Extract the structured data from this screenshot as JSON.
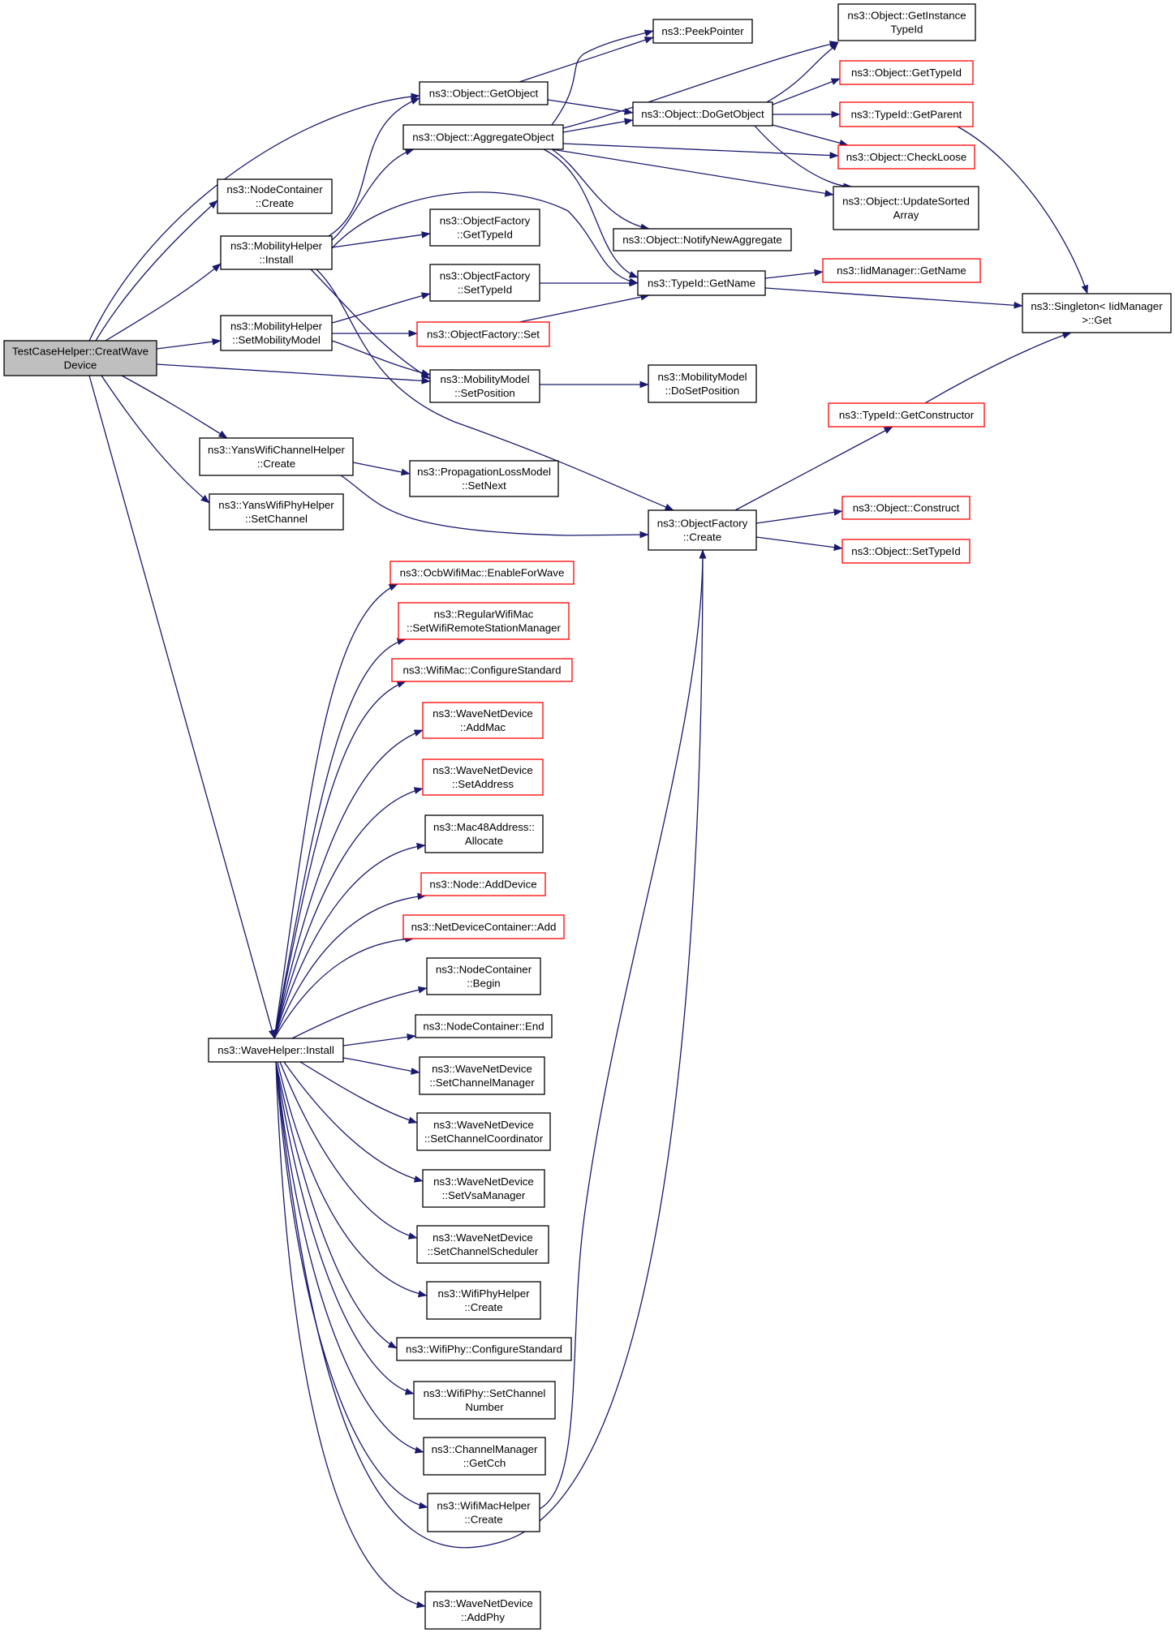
{
  "colors": {
    "edge": "#191970",
    "node_border": "#000000",
    "node_border_incomplete": "#ff0000",
    "node_fill": "#ffffff",
    "root_fill": "#bfbfbf",
    "text": "#000000"
  },
  "nodes": {
    "root": {
      "lines": [
        "TestCaseHelper::CreatWave",
        "Device"
      ]
    },
    "nc_create": {
      "lines": [
        "ns3::NodeContainer",
        "::Create"
      ]
    },
    "mh_install": {
      "lines": [
        "ns3::MobilityHelper",
        "::Install"
      ]
    },
    "mh_setmm": {
      "lines": [
        "ns3::MobilityHelper",
        "::SetMobilityModel"
      ]
    },
    "mm_setpos": {
      "lines": [
        "ns3::MobilityModel",
        "::SetPosition"
      ]
    },
    "mm_dosetpos": {
      "lines": [
        "ns3::MobilityModel",
        "::DoSetPosition"
      ]
    },
    "yans_ch_create": {
      "lines": [
        "ns3::YansWifiChannelHelper",
        "::Create"
      ]
    },
    "plm_setnext": {
      "lines": [
        "ns3::PropagationLossModel",
        "::SetNext"
      ]
    },
    "yans_phy_setch": {
      "lines": [
        "ns3::YansWifiPhyHelper",
        "::SetChannel"
      ]
    },
    "wh_install": {
      "lines": [
        "ns3::WaveHelper::Install"
      ]
    },
    "obj_getobject": {
      "lines": [
        "ns3::Object::GetObject"
      ]
    },
    "obj_aggregate": {
      "lines": [
        "ns3::Object::AggregateObject"
      ]
    },
    "peekpointer": {
      "lines": [
        "ns3::PeekPointer"
      ]
    },
    "obj_dogetobject": {
      "lines": [
        "ns3::Object::DoGetObject"
      ]
    },
    "obj_getinstancetypeid": {
      "lines": [
        "ns3::Object::GetInstance",
        "TypeId"
      ]
    },
    "obj_gettypeid": {
      "lines": [
        "ns3::Object::GetTypeId"
      ]
    },
    "typeid_getparent": {
      "lines": [
        "ns3::TypeId::GetParent"
      ]
    },
    "obj_checkloose": {
      "lines": [
        "ns3::Object::CheckLoose"
      ]
    },
    "obj_updatesorted": {
      "lines": [
        "ns3::Object::UpdateSorted",
        "Array"
      ]
    },
    "of_gettypeid": {
      "lines": [
        "ns3::ObjectFactory",
        "::GetTypeId"
      ]
    },
    "obj_notify": {
      "lines": [
        "ns3::Object::NotifyNewAggregate"
      ]
    },
    "of_settypeid": {
      "lines": [
        "ns3::ObjectFactory",
        "::SetTypeId"
      ]
    },
    "typeid_getname": {
      "lines": [
        "ns3::TypeId::GetName"
      ]
    },
    "iidmgr_getname": {
      "lines": [
        "ns3::IidManager::GetName"
      ]
    },
    "singleton_get": {
      "lines": [
        "ns3::Singleton< IidManager",
        ">::Get"
      ]
    },
    "of_set": {
      "lines": [
        "ns3::ObjectFactory::Set"
      ]
    },
    "typeid_getctor": {
      "lines": [
        "ns3::TypeId::GetConstructor"
      ]
    },
    "of_create": {
      "lines": [
        "ns3::ObjectFactory",
        "::Create"
      ]
    },
    "obj_construct": {
      "lines": [
        "ns3::Object::Construct"
      ]
    },
    "obj_settypeid": {
      "lines": [
        "ns3::Object::SetTypeId"
      ]
    },
    "ocb_enable": {
      "lines": [
        "ns3::OcbWifiMac::EnableForWave"
      ]
    },
    "rwm_setrsm": {
      "lines": [
        "ns3::RegularWifiMac",
        "::SetWifiRemoteStationManager"
      ]
    },
    "wm_configstd": {
      "lines": [
        "ns3::WifiMac::ConfigureStandard"
      ]
    },
    "wnd_addmac": {
      "lines": [
        "ns3::WaveNetDevice",
        "::AddMac"
      ]
    },
    "wnd_setaddr": {
      "lines": [
        "ns3::WaveNetDevice",
        "::SetAddress"
      ]
    },
    "mac48_alloc": {
      "lines": [
        "ns3::Mac48Address::",
        "Allocate"
      ]
    },
    "node_adddev": {
      "lines": [
        "ns3::Node::AddDevice"
      ]
    },
    "ndc_add": {
      "lines": [
        "ns3::NetDeviceContainer::Add"
      ]
    },
    "nc_begin": {
      "lines": [
        "ns3::NodeContainer",
        "::Begin"
      ]
    },
    "nc_end": {
      "lines": [
        "ns3::NodeContainer::End"
      ]
    },
    "wnd_setchmgr": {
      "lines": [
        "ns3::WaveNetDevice",
        "::SetChannelManager"
      ]
    },
    "wnd_setchcoord": {
      "lines": [
        "ns3::WaveNetDevice",
        "::SetChannelCoordinator"
      ]
    },
    "wnd_setvsa": {
      "lines": [
        "ns3::WaveNetDevice",
        "::SetVsaManager"
      ]
    },
    "wnd_setchsched": {
      "lines": [
        "ns3::WaveNetDevice",
        "::SetChannelScheduler"
      ]
    },
    "wph_create": {
      "lines": [
        "ns3::WifiPhyHelper",
        "::Create"
      ]
    },
    "wphy_configstd": {
      "lines": [
        "ns3::WifiPhy::ConfigureStandard"
      ]
    },
    "wphy_setchnum": {
      "lines": [
        "ns3::WifiPhy::SetChannel",
        "Number"
      ]
    },
    "cm_getcch": {
      "lines": [
        "ns3::ChannelManager",
        "::GetCch"
      ]
    },
    "wmh_create": {
      "lines": [
        "ns3::WifiMacHelper",
        "::Create"
      ]
    },
    "wnd_addphy": {
      "lines": [
        "ns3::WaveNetDevice",
        "::AddPhy"
      ]
    }
  }
}
